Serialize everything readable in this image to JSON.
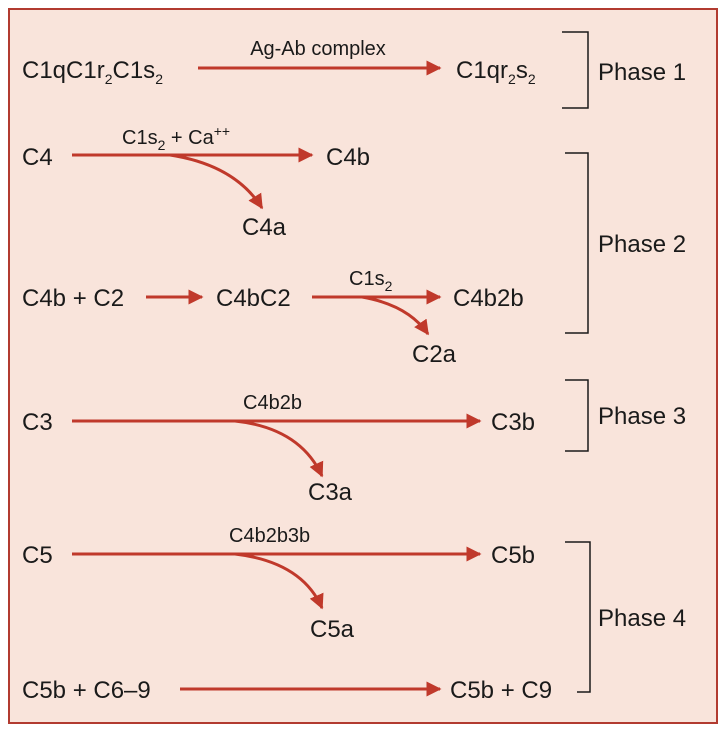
{
  "colors": {
    "background": "#f9e4db",
    "border": "#b23b30",
    "arrow": "#c0392b",
    "text": "#1a1a1a"
  },
  "phases": {
    "p1": "Phase 1",
    "p2": "Phase 2",
    "p3": "Phase 3",
    "p4": "Phase 4"
  },
  "r1": {
    "left": "C1qC1r",
    "left_r_sub": "2",
    "left_c1s": "C1s",
    "left_s_sub": "2",
    "label": "Ag-Ab complex",
    "right_a": "C1qr",
    "right_r_sub": "2",
    "right_s": "s",
    "right_s_sub": "2"
  },
  "r2": {
    "left": "C4",
    "label_a": "C1s",
    "label_sub": "2",
    "label_b": " + Ca",
    "label_sup": "++",
    "product": "C4b",
    "byproduct": "C4a"
  },
  "r3": {
    "left": "C4b + C2",
    "middle": "C4bC2",
    "label": "C1s",
    "label_sub": "2",
    "product": "C4b2b",
    "byproduct": "C2a"
  },
  "r4": {
    "left": "C3",
    "label": "C4b2b",
    "product": "C3b",
    "byproduct": "C3a"
  },
  "r5": {
    "left": "C5",
    "label": "C4b2b3b",
    "product": "C5b",
    "byproduct": "C5a"
  },
  "r6": {
    "left": "C5b + C6–9",
    "product": "C5b + C9"
  }
}
